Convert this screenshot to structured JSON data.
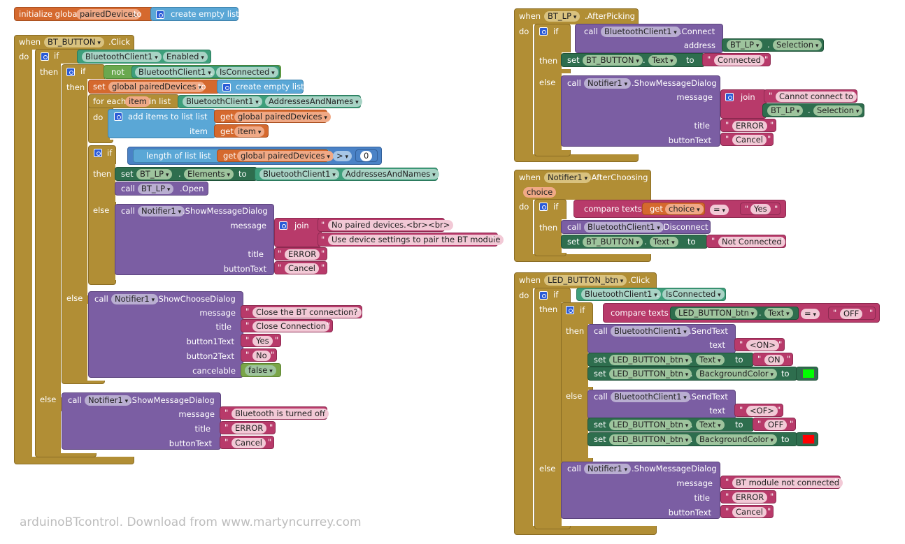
{
  "init": {
    "kw": "initialize global",
    "var": "pairedDevices",
    "to": "to",
    "list": "create empty list"
  },
  "bt_click": {
    "when": "when",
    "comp": "BT_BUTTON",
    "evt": ".Click",
    "do": "do",
    "if": "if",
    "bt1": "BluetoothClient1",
    "enabled": "Enabled",
    "then": "then",
    "not": "not",
    "isconn": "IsConnected",
    "set": "set",
    "gpd": "global pairedDevices",
    "to": "to",
    "cel": "create empty list",
    "foreach": "for each",
    "item": "item",
    "inlist": "in list",
    "addr": "AddressesAndNames",
    "do2": "do",
    "additems": "add items to list  list",
    "get": "get",
    "getgpd": "global pairedDevices",
    "itemlbl": "item",
    "getitem": "item",
    "lenof": "length of list  list",
    "gt": ">",
    "zero": "0",
    "setbtlp": "BT_LP",
    "elements": "Elements",
    "open": ".Open",
    "call": "call",
    "else": "else",
    "notifier": "Notifier1",
    "showmsg": ".ShowMessageDialog",
    "message": "message",
    "join": "join",
    "s_nopaired": "No paired devices.<br><br>",
    "s_usedev": "Use device settings to pair the BT module",
    "title": "title",
    "s_error": "ERROR",
    "buttontext": "buttonText",
    "s_cancel": "Cancel",
    "showchoose": ".ShowChooseDialog",
    "s_close": "Close the BT connection?",
    "s_closeconn": "Close Connection",
    "button1": "button1Text",
    "s_yes": "Yes",
    "button2": "button2Text",
    "s_no": "No",
    "cancelable": "cancelable",
    "s_false": "false",
    "s_btoff": "Bluetooth is turned off"
  },
  "bt_lp": {
    "comp": "BT_LP",
    "evt": ".AfterPicking",
    "connect": ".Connect",
    "address": "address",
    "selection": "Selection",
    "text": "Text",
    "s_connected": "Connected",
    "s_cannot": "Cannot connect to "
  },
  "notif": {
    "evt": ".AfterChoosing",
    "choice": "choice",
    "compare": "compare texts",
    "eq": "=",
    "s_yes": "Yes",
    "disconnect": ".Disconnect",
    "s_notconn": "Not Connected"
  },
  "led": {
    "comp": "LED_BUTTON_btn",
    "evt": ".Click",
    "s_off": "OFF",
    "sendtext": ".SendText",
    "text": "text",
    "s_on_cmd": "<ON>",
    "s_on": "ON",
    "bg": "BackgroundColor",
    "s_of_cmd": "<OF>",
    "s_notconnected": "BT module not connected",
    "color_on": "#00ff00",
    "color_off": "#ff0000"
  },
  "footer": "arduinoBTcontrol. Download from www.martyncurrey.com"
}
